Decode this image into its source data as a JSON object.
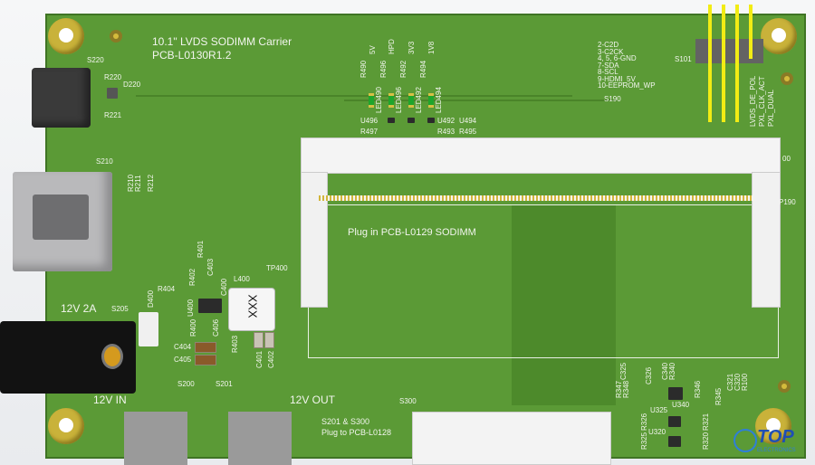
{
  "board": {
    "title": "10.1\" LVDS SODIMM Carrier",
    "part_number": "PCB-L0130R1.2",
    "sodimm_note": "Plug in PCB-L0129 SODIMM",
    "plug_note_1": "S201 & S300",
    "plug_note_2": "Plug to PCB-L0128",
    "power_in_label": "12V 2A",
    "in_label": "12V IN",
    "out_label": "12V OUT",
    "inductor_marking": "XXX",
    "s190_pinout": [
      "2-C2D",
      "3-C2CK",
      "4, 5, 6-GND",
      "7-SDA",
      "8-SCL",
      "9-HDMI_5V",
      "10-EEPROM_WP"
    ],
    "jumper_labels": [
      "LVDS_DE_POL",
      "PXL_CLK_ACT",
      "PXL_DUAL"
    ],
    "led_labels": [
      "5V",
      "HPD",
      "3V3",
      "1V8"
    ]
  },
  "refdes": {
    "S220": "S220",
    "R220": "R220",
    "D220": "D220",
    "R221": "R221",
    "S210": "S210",
    "R210": "R210",
    "R211": "R211",
    "R212": "R212",
    "S205": "S205",
    "D400": "D400",
    "R404": "R404",
    "R402": "R402",
    "R401": "R401",
    "C403": "C403",
    "L400": "L400",
    "TP400": "TP400",
    "C400": "C400",
    "U400": "U400",
    "R400": "R400",
    "C406": "C406",
    "R403": "R403",
    "C404": "C404",
    "C405": "C405",
    "C401": "C401",
    "C402": "C402",
    "S200": "S200",
    "S201": "S201",
    "S300": "S300",
    "S101": "S101",
    "S190": "S190",
    "P190": "P190",
    "P100": "00",
    "R490": "R490",
    "R496": "R496",
    "R492": "R492",
    "R494": "R494",
    "LED490": "LED490",
    "LED496": "LED496",
    "LED492": "LED492",
    "LED494": "LED494",
    "U496": "U496",
    "U492": "U492",
    "U494": "U494",
    "R497": "R497",
    "R493": "R493",
    "R495": "R495",
    "R347": "R347",
    "R348": "R348",
    "C325": "C325",
    "C326": "C326",
    "C340": "C340",
    "R340": "R340",
    "U340": "U340",
    "R346": "R346",
    "R345": "R345",
    "C321": "C321",
    "C320": "C320",
    "R100": "R100",
    "U325": "U325",
    "R326": "R326",
    "R321": "R321",
    "R325": "R325",
    "U320": "U320",
    "R320": "R320"
  },
  "logo": {
    "text": "TOP",
    "subtext": "ELECTRONICS"
  },
  "colors": {
    "board": "#5b9a36",
    "silk": "#f2f5ee",
    "gold": "#c9b23a",
    "logo": "#1f4fb5"
  }
}
